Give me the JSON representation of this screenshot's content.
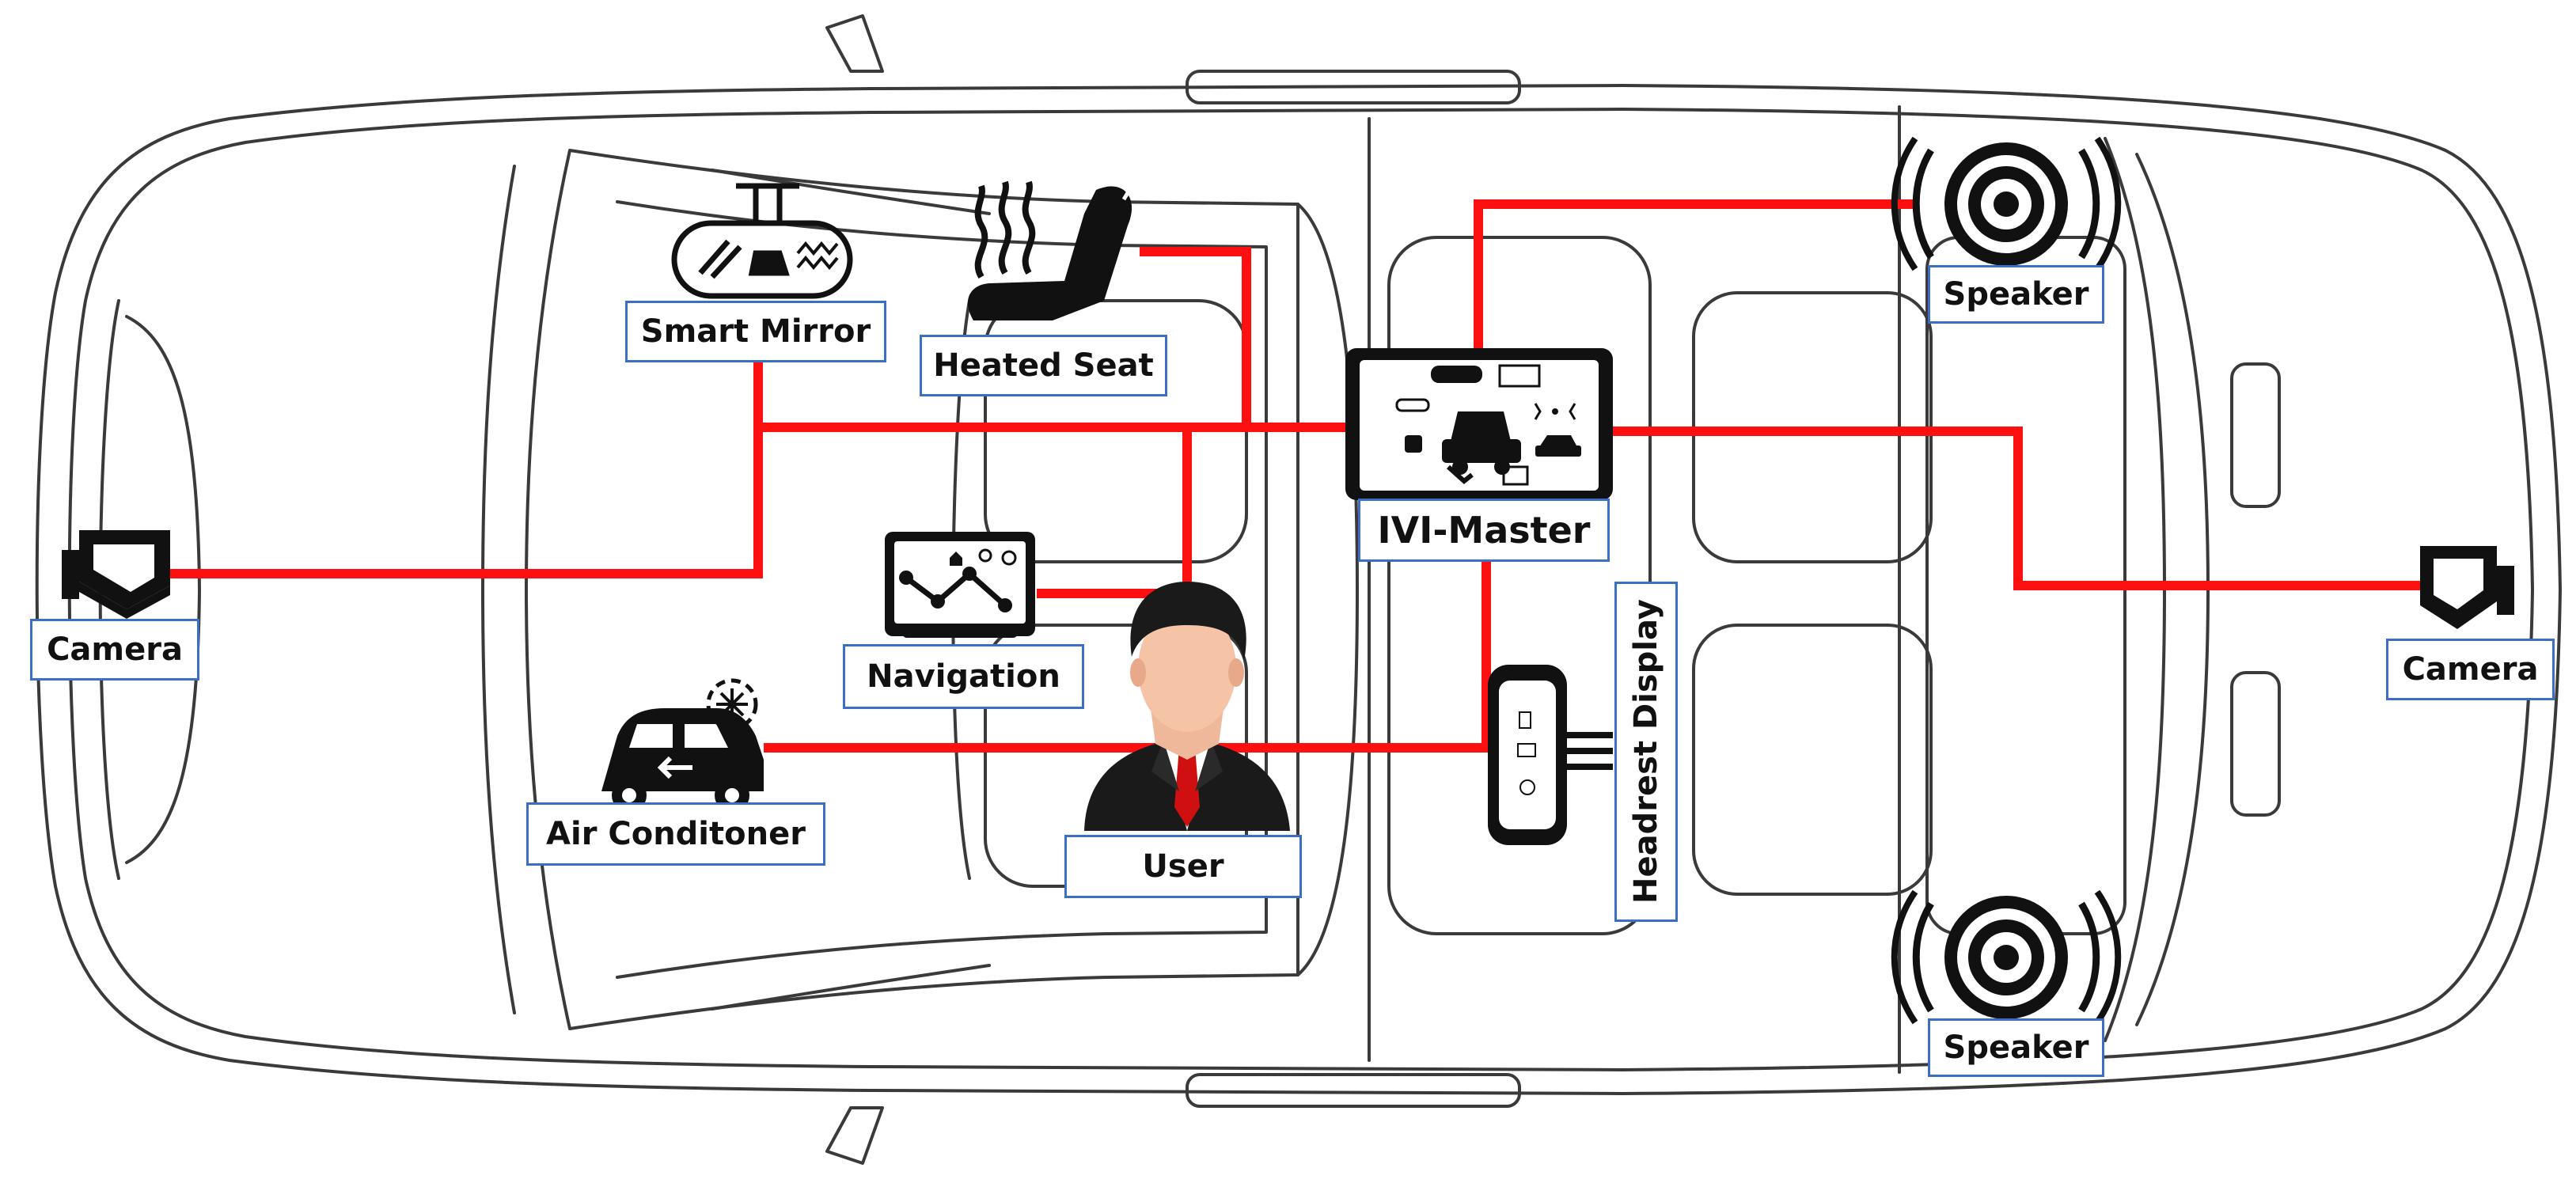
{
  "labels": {
    "smart_mirror": "Smart Mirror",
    "heated_seat": "Heated Seat",
    "speaker_top": "Speaker",
    "speaker_bottom": "Speaker",
    "ivi_master": "IVI-Master",
    "camera_front": "Camera",
    "camera_rear": "Camera",
    "navigation": "Navigation",
    "air_conditioner": "Air Conditoner",
    "user": "User",
    "headrest_display": "Headrest Display"
  },
  "colors": {
    "connection": "#ff1010",
    "label_border": "#3a6fc4",
    "outline": "#3a3a3a",
    "icon": "#111111"
  },
  "icons": [
    "rearview-mirror-icon",
    "heated-seat-icon",
    "speaker-icon",
    "tablet-icon",
    "camera-icon",
    "navigation-screen-icon",
    "car-ac-icon",
    "user-avatar-icon",
    "phone-display-icon"
  ]
}
